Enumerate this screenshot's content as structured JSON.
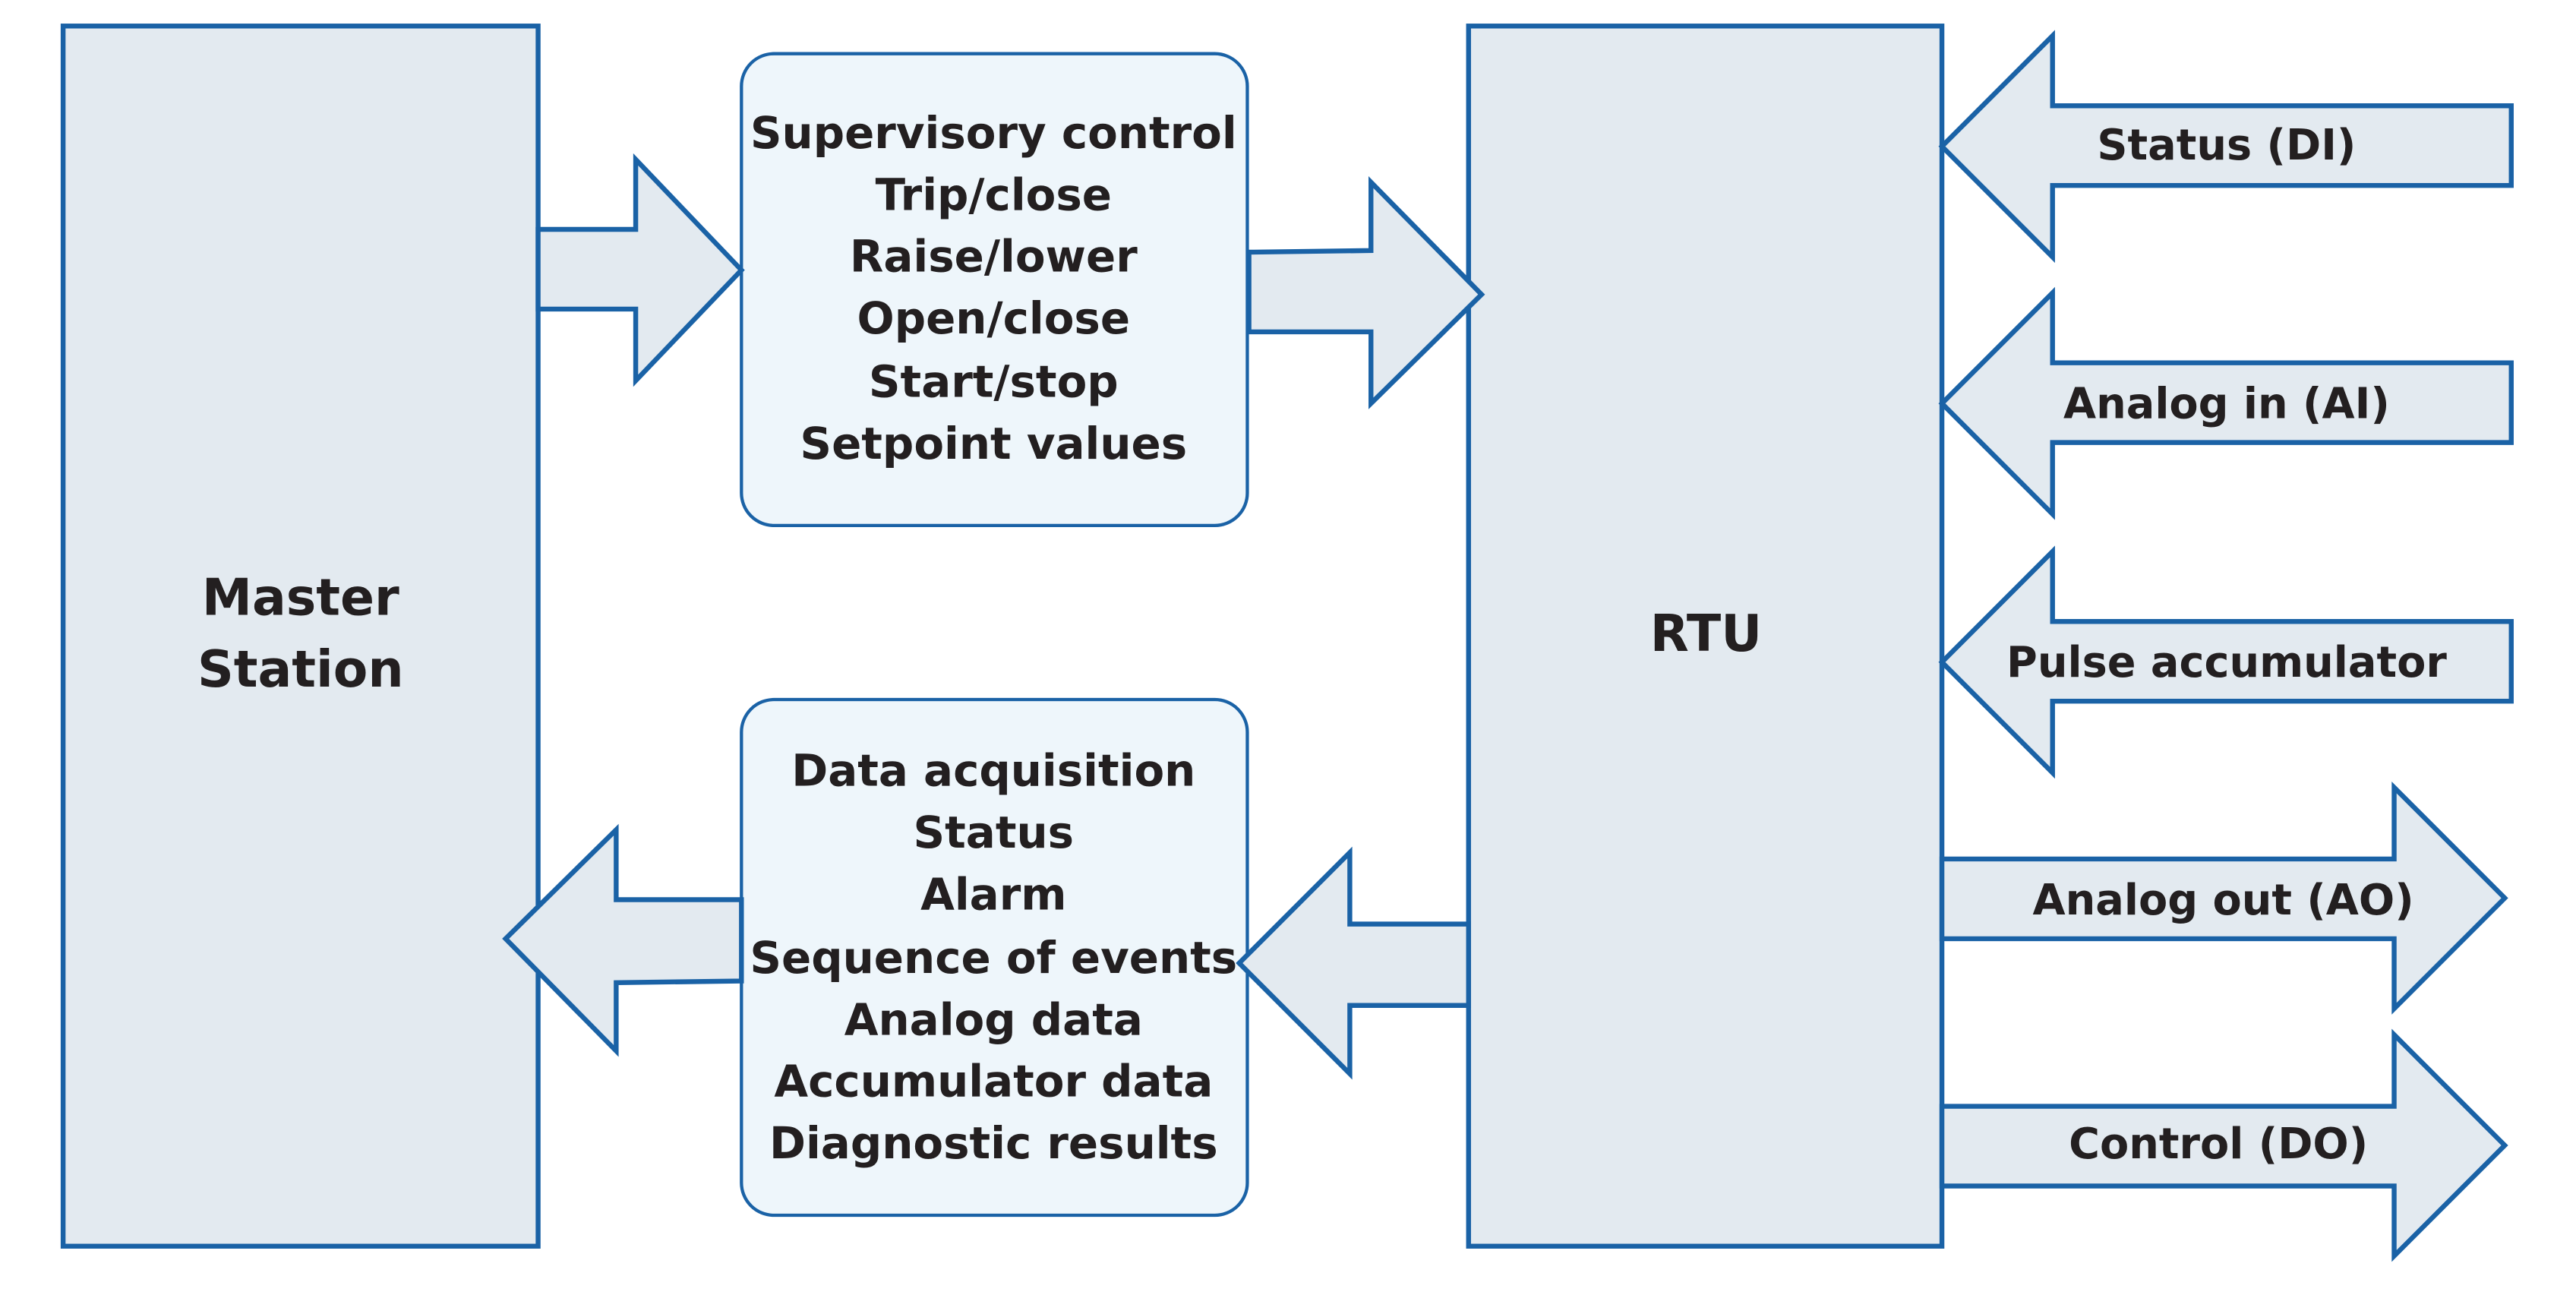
{
  "colors": {
    "stroke": "#1a62a6",
    "block_fill": "#e3eaf0",
    "box_fill": "#eef6fb",
    "arrow_fill": "#e3eaf0",
    "text": "#231f20"
  },
  "master_station": {
    "lines": [
      "Master",
      "Station"
    ]
  },
  "rtu": {
    "label": "RTU"
  },
  "control_box": {
    "lines": [
      "Supervisory control",
      "Trip/close",
      "Raise/lower",
      "Open/close",
      "Start/stop",
      "Setpoint values"
    ]
  },
  "data_box": {
    "lines": [
      "Data acquisition",
      "Status",
      "Alarm",
      "Sequence of events",
      "Analog data",
      "Accumulator data",
      "Diagnostic results"
    ]
  },
  "rtu_io": {
    "inputs": [
      "Status (DI)",
      "Analog in (AI)",
      "Pulse accumulator"
    ],
    "outputs": [
      "Analog out (AO)",
      "Control (DO)"
    ]
  }
}
